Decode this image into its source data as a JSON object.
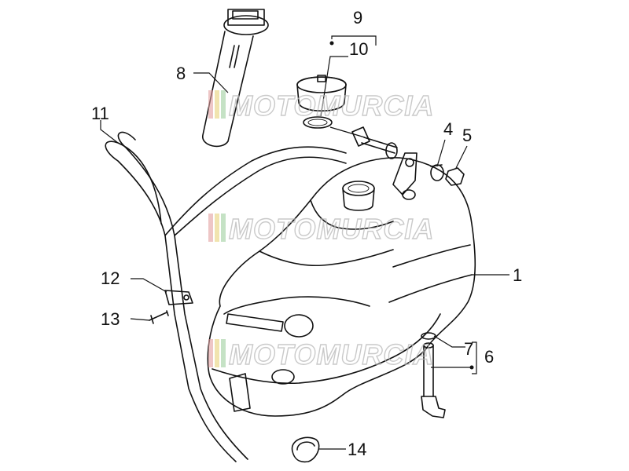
{
  "watermark": {
    "brand": "MOTOMURCIA",
    "sub": "",
    "colors": {
      "red": "#e3a0a0",
      "yellow": "#e8d27a",
      "green": "#9fcf9f",
      "outline": "#b8b8b8"
    }
  },
  "callouts": [
    {
      "id": "1",
      "label": "1"
    },
    {
      "id": "4",
      "label": "4"
    },
    {
      "id": "5",
      "label": "5"
    },
    {
      "id": "6",
      "label": "6"
    },
    {
      "id": "7",
      "label": "7"
    },
    {
      "id": "8",
      "label": "8"
    },
    {
      "id": "9",
      "label": "9"
    },
    {
      "id": "10",
      "label": "10"
    },
    {
      "id": "11",
      "label": "11"
    },
    {
      "id": "12",
      "label": "12"
    },
    {
      "id": "13",
      "label": "13"
    },
    {
      "id": "14",
      "label": "14"
    }
  ],
  "parts": [
    {
      "ref": "1",
      "name": "fuel-tank"
    },
    {
      "ref": "4",
      "name": "spacer-bushing"
    },
    {
      "ref": "5",
      "name": "nut"
    },
    {
      "ref": "7",
      "name": "o-ring"
    },
    {
      "ref": "6",
      "name": "drain-pipe-assembly"
    },
    {
      "ref": "8",
      "name": "fuel-level-sender"
    },
    {
      "ref": "9",
      "name": "filler-cap"
    },
    {
      "ref": "10",
      "name": "cap-gasket"
    },
    {
      "ref": "11",
      "name": "breather-hose"
    },
    {
      "ref": "12",
      "name": "hose-clamp-bracket"
    },
    {
      "ref": "13",
      "name": "screw"
    },
    {
      "ref": "14",
      "name": "hose-clip"
    }
  ]
}
